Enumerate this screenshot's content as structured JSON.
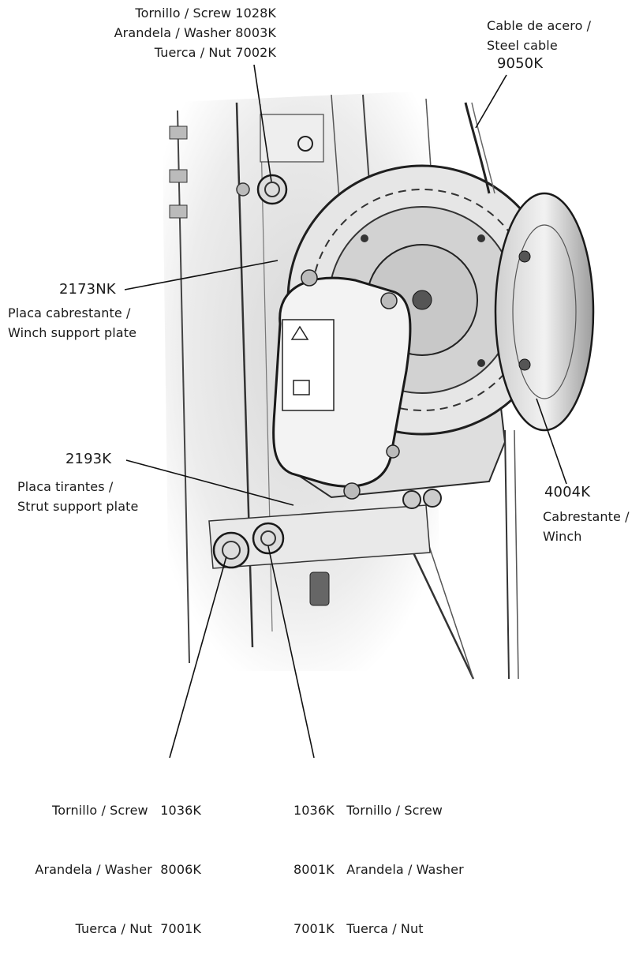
{
  "top_screw_group": {
    "line1": "Tornillo / Screw 1028K",
    "line2": "Arandela / Washer 8003K",
    "line3": "Tuerca / Nut 7002K"
  },
  "steel_cable": {
    "line1": "Cable de acero /",
    "line2": "Steel cable",
    "code": "9050K"
  },
  "winch_plate": {
    "code": "2173NK",
    "line1": "Placa cabrestante /",
    "line2": "Winch support plate"
  },
  "strut_plate": {
    "code": "2193K",
    "line1": "Placa tirantes /",
    "line2": "Strut support plate"
  },
  "winch": {
    "code": "4004K",
    "line1": "Cabrestante /",
    "line2": "Winch"
  },
  "bottom_left_group": {
    "line1": "Tornillo / Screw   1036K",
    "line2": "Arandela / Washer  8006K",
    "line3": "Tuerca / Nut  7001K"
  },
  "bottom_right_group": {
    "line1": "1036K   Tornillo / Screw",
    "line2": "8001K   Arandela / Washer",
    "line3": "7001K   Tuerca / Nut"
  }
}
